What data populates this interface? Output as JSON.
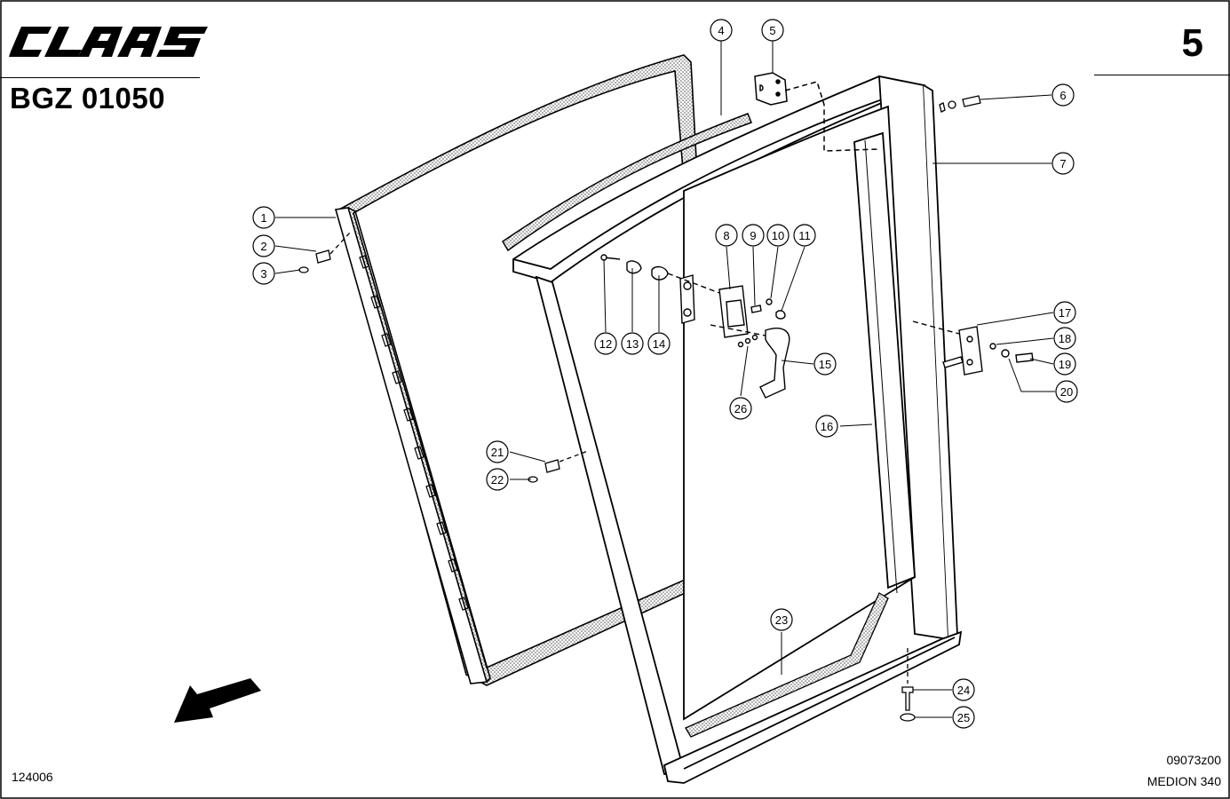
{
  "header": {
    "brand": "CLAAS",
    "doc_code": "BGZ 01050",
    "page_number": "5"
  },
  "footer": {
    "ref_left": "124006",
    "ref_right_code": "09073z00",
    "model": "MEDION 340"
  },
  "callouts": [
    "1",
    "2",
    "3",
    "4",
    "5",
    "6",
    "7",
    "8",
    "9",
    "10",
    "11",
    "12",
    "13",
    "14",
    "15",
    "16",
    "17",
    "18",
    "19",
    "20",
    "21",
    "22",
    "23",
    "24",
    "25",
    "26"
  ],
  "icons": {
    "brand_logo": "claas-logo",
    "direction_arrow": "arrow-down-left-icon"
  }
}
